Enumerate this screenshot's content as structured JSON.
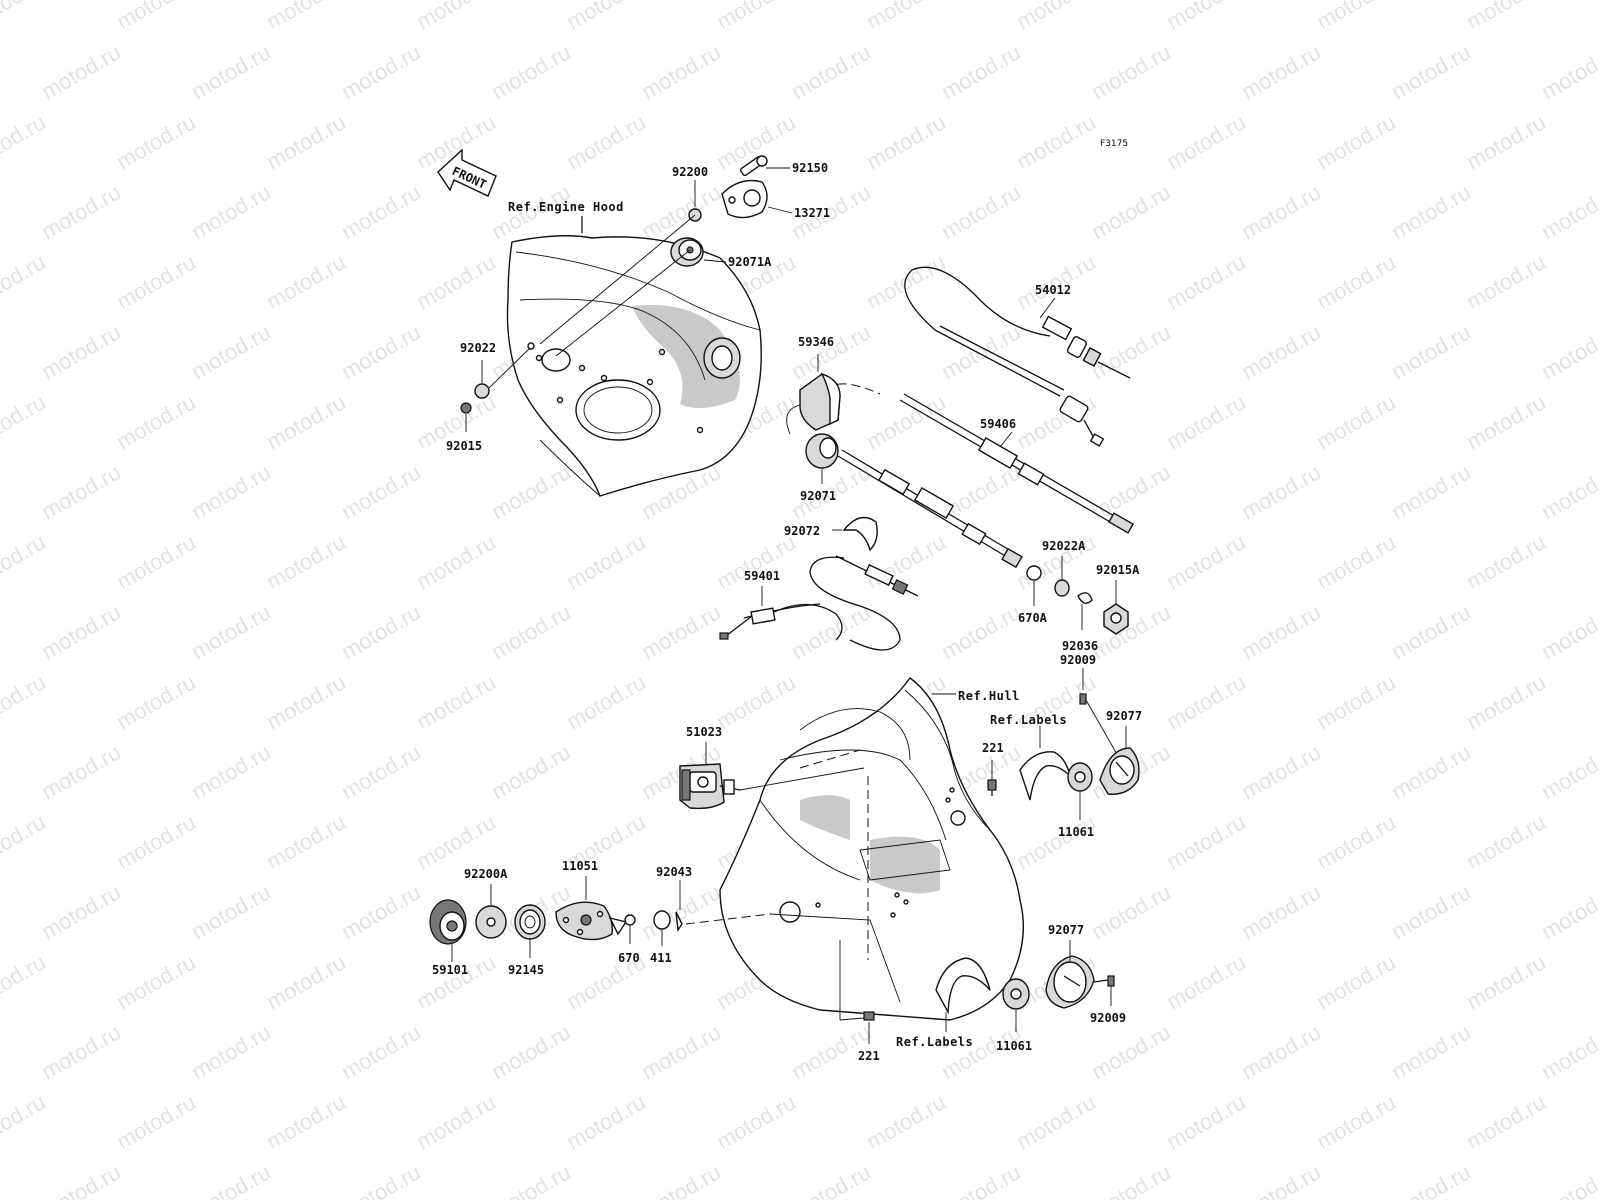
{
  "figure_code": "F3175",
  "arrow_label": "FRONT",
  "watermark_text": "motod.ru",
  "refs": {
    "engine_hood": "Ref.Engine Hood",
    "hull": "Ref.Hull",
    "labels_upper": "Ref.Labels",
    "labels_lower": "Ref.Labels"
  },
  "part_labels": {
    "p92150": "92150",
    "p92200": "92200",
    "p13271": "13271",
    "p92071A": "92071A",
    "p92022": "92022",
    "p92015": "92015",
    "p54012": "54012",
    "p59346": "59346",
    "p59406": "59406",
    "p92071": "92071",
    "p92072": "92072",
    "p92022A": "92022A",
    "p92015A": "92015A",
    "p59401": "59401",
    "p670A": "670A",
    "p92036": "92036",
    "p92009a": "92009",
    "p92077a": "92077",
    "p51023": "51023",
    "p221a": "221",
    "p11061a": "11061",
    "p92200A": "92200A",
    "p11051": "11051",
    "p92043": "92043",
    "p92077b": "92077",
    "p59101": "59101",
    "p92145": "92145",
    "p670": "670",
    "p411": "411",
    "p92009b": "92009",
    "p11061b": "11061",
    "p221b": "221"
  },
  "colors": {
    "line": "#111111",
    "fill": "#ffffff",
    "shade": "#c9c9c9",
    "watermark": "#e3e3e3"
  }
}
